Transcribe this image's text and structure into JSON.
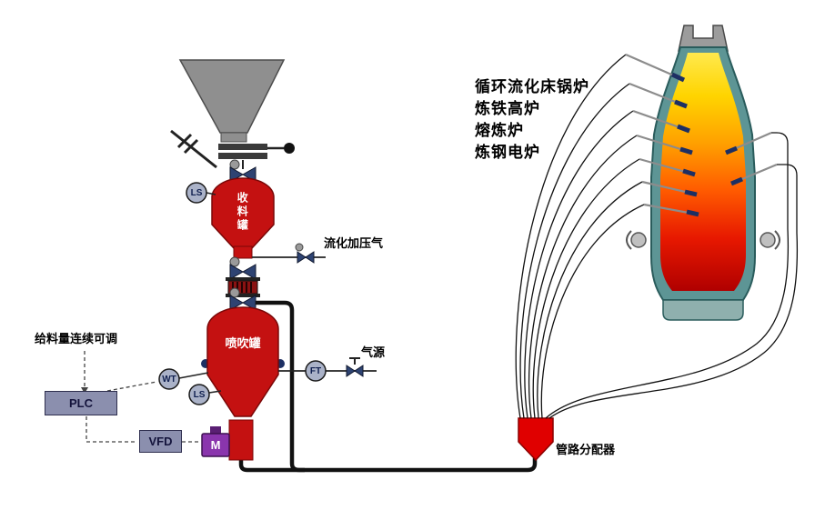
{
  "labels": {
    "furnace_types": [
      "循环流化床锅炉",
      "炼铁高炉",
      "熔炼炉",
      "炼钢电炉"
    ],
    "receiving_tank": "收料罐",
    "injection_tank": "喷吹罐",
    "fluidization_gas": "流化加压气",
    "gas_source": "气源",
    "feed_note": "给料量连续可调",
    "plc": "PLC",
    "vfd": "VFD",
    "motor": "M",
    "distributor": "管路分配器"
  },
  "instruments": {
    "wt": "WT",
    "ls_upper": "LS",
    "ls_lower": "LS",
    "ft": "FT"
  },
  "colors": {
    "vessel_red": "#c41111",
    "distributor_red": "#e00000",
    "valve_navy": "#2e4372",
    "lance_tip_navy": "#1d2f63",
    "motor_purple": "#8a35ad",
    "plc_fill": "#8b8fae",
    "funnel_gray": "#8f8f8f",
    "furnace_shell_teal": "#5d9595",
    "flame_yellow": "#ffe94d",
    "flame_dark_red": "#b00000"
  }
}
